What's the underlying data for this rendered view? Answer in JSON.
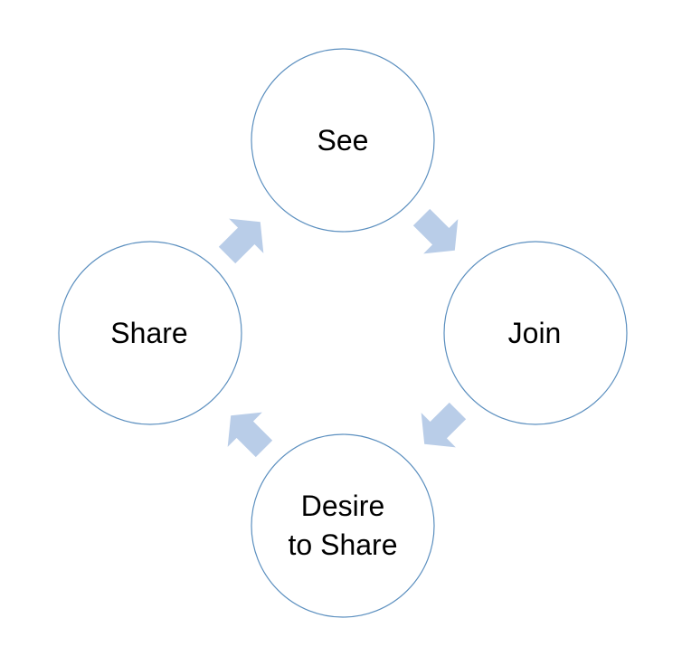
{
  "diagram": {
    "type": "cycle",
    "colors": {
      "circle_outline": "#5b8fbf",
      "circle_fill": "#ffffff",
      "arrow_fill": "#b9cde8",
      "label_text": "#000000"
    },
    "nodes": [
      {
        "id": "see",
        "label_lines": [
          "See"
        ]
      },
      {
        "id": "join",
        "label_lines": [
          "Join"
        ]
      },
      {
        "id": "desire-to-share",
        "label_lines": [
          "Desire",
          "to Share"
        ]
      },
      {
        "id": "share",
        "label_lines": [
          "Share"
        ]
      }
    ],
    "flow": [
      {
        "from": "see",
        "to": "join"
      },
      {
        "from": "join",
        "to": "desire-to-share"
      },
      {
        "from": "desire-to-share",
        "to": "share"
      },
      {
        "from": "share",
        "to": "see"
      }
    ]
  }
}
